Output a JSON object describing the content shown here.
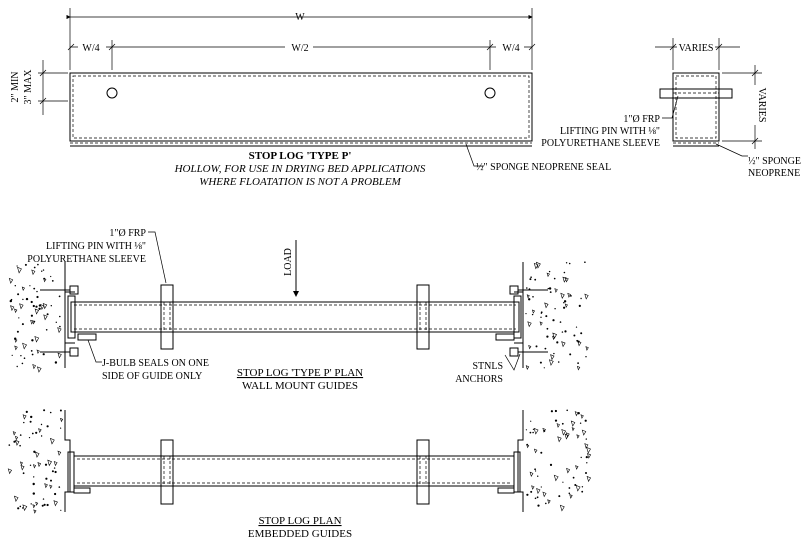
{
  "elevation": {
    "dim_w": "W",
    "dim_w4_left": "W/4",
    "dim_w2": "W/2",
    "dim_w4_right": "W/4",
    "dim_height_min": "2\" MIN",
    "dim_height_max": "3\" MAX",
    "title": "STOP LOG 'TYPE P'",
    "note_line1": "HOLLOW, FOR USE IN DRYING BED APPLICATIONS",
    "note_line2": "WHERE FLOATATION IS NOT A PROBLEM",
    "seal_label": "½\" SPONGE NEOPRENE SEAL"
  },
  "section": {
    "dim_top": "VARIES",
    "dim_side": "VARIES",
    "pin_line1": "1\"Ø FRP",
    "pin_line2": "LIFTING PIN WITH ⅛\"",
    "pin_line3": "POLYURETHANE SLEEVE",
    "seal_line1": "½\" SPONGE",
    "seal_line2": "NEOPRENE"
  },
  "plan_wall": {
    "pin_line1": "1\"Ø FRP",
    "pin_line2": "LIFTING PIN WITH ⅛\"",
    "pin_line3": "POLYURETHANE SLEEVE",
    "load_label": "LOAD",
    "jbulb_line1": "J-BULB SEALS ON ONE",
    "jbulb_line2": "SIDE OF GUIDE ONLY",
    "title": "STOP LOG 'TYPE P' PLAN",
    "subtitle": "WALL MOUNT GUIDES",
    "anchor_line1": "STNLS",
    "anchor_line2": "ANCHORS"
  },
  "plan_embedded": {
    "title": "STOP LOG PLAN",
    "subtitle": "EMBEDDED GUIDES"
  }
}
